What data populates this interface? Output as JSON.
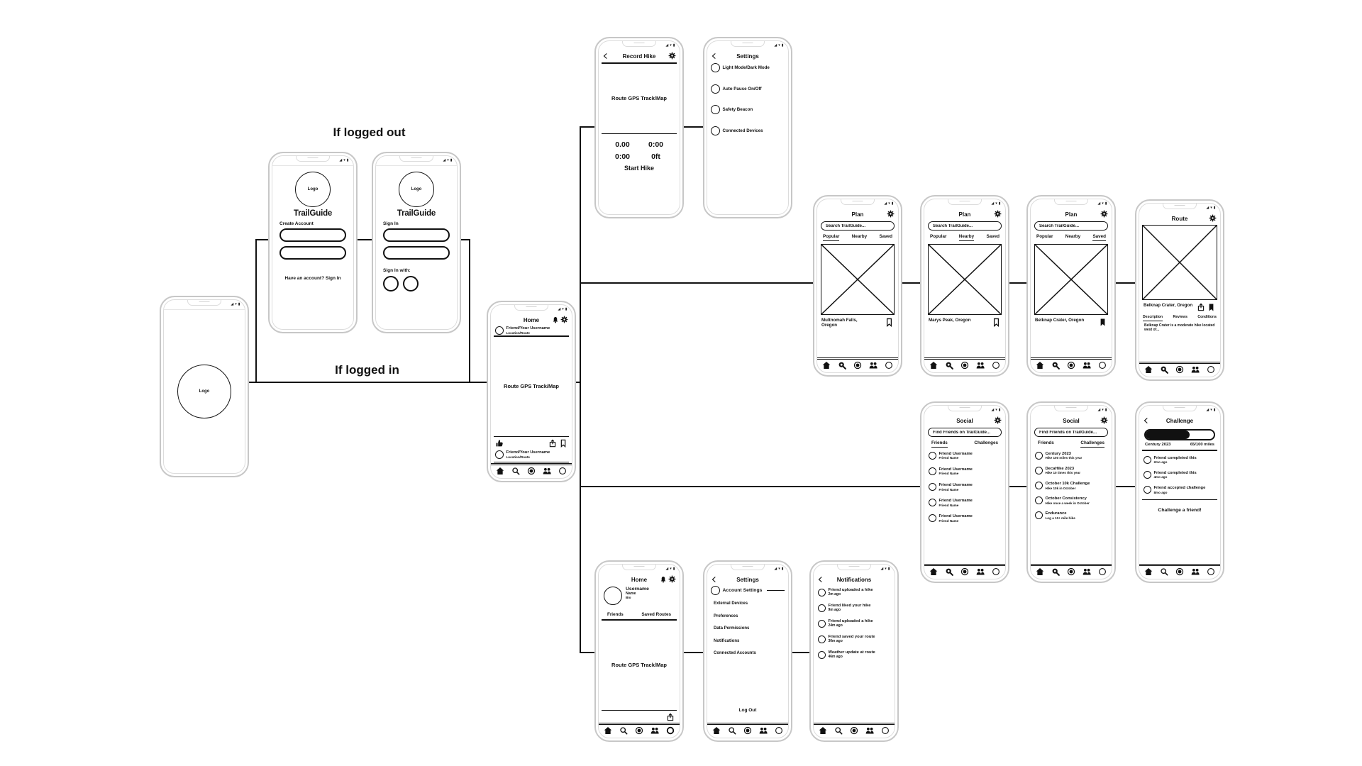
{
  "flow_labels": {
    "logged_out": "If logged out",
    "logged_in": "If logged in"
  },
  "common": {
    "logo": "Logo",
    "app_name": "TrailGuide",
    "map_placeholder": "Route GPS Track/Map",
    "nav_icons": [
      "home",
      "search",
      "record",
      "social",
      "profile"
    ],
    "status_icons": [
      "signal",
      "wifi",
      "battery"
    ]
  },
  "create_account": {
    "section_label": "Create Account",
    "footer_link": "Have an account? Sign In"
  },
  "sign_in": {
    "section_label": "Sign In",
    "sso_label": "Sign In with:"
  },
  "home_feed": {
    "title": "Home",
    "posts": [
      {
        "user": "Friend/Your Username",
        "sub": "Location/Route"
      },
      {
        "user": "Friend/Your Username",
        "sub": "Location/Route"
      }
    ]
  },
  "record_hike": {
    "title": "Record Hike",
    "stats": [
      {
        "value": "0.00"
      },
      {
        "value": "0:00"
      },
      {
        "value": "0:00"
      },
      {
        "value": "0ft"
      }
    ],
    "cta": "Start Hike"
  },
  "hike_settings": {
    "title": "Settings",
    "items": [
      {
        "label": "Light Mode/Dark Mode"
      },
      {
        "label": "Auto Pause On/Off"
      },
      {
        "label": "Safety Beacon"
      },
      {
        "label": "Connected Devices"
      }
    ]
  },
  "plan_popular": {
    "title": "Plan",
    "search_placeholder": "Search TrailGuide...",
    "tabs": [
      {
        "label": "Popular"
      },
      {
        "label": "Nearby"
      },
      {
        "label": "Saved"
      }
    ],
    "active_tab": "Popular",
    "location": "Multnomah Falls, Oregon"
  },
  "plan_nearby": {
    "title": "Plan",
    "search_placeholder": "Search TrailGuide...",
    "tabs": [
      {
        "label": "Popular"
      },
      {
        "label": "Nearby"
      },
      {
        "label": "Saved"
      }
    ],
    "active_tab": "Nearby",
    "location": "Marys Peak, Oregon"
  },
  "plan_saved": {
    "title": "Plan",
    "search_placeholder": "Search TrailGuide...",
    "tabs": [
      {
        "label": "Popular"
      },
      {
        "label": "Nearby"
      },
      {
        "label": "Saved"
      }
    ],
    "active_tab": "Saved",
    "location": "Belknap Crater, Oregon"
  },
  "route_detail": {
    "title": "Route",
    "location": "Belknap Crater, Oregon",
    "tabs": [
      {
        "label": "Description"
      },
      {
        "label": "Reviews"
      },
      {
        "label": "Conditions"
      }
    ],
    "active_tab": "Description",
    "description": "Belknap Crater is a moderate hike located west of..."
  },
  "social_friends": {
    "title": "Social",
    "search_placeholder": "Find Friends on TrailGuide...",
    "tabs": [
      {
        "label": "Friends"
      },
      {
        "label": "Challenges"
      }
    ],
    "active_tab": "Friends",
    "friends": [
      {
        "username": "Friend Username",
        "name": "Friend Name"
      },
      {
        "username": "Friend Username",
        "name": "Friend Name"
      },
      {
        "username": "Friend Username",
        "name": "Friend Name"
      },
      {
        "username": "Friend Username",
        "name": "Friend Name"
      },
      {
        "username": "Friend Username",
        "name": "Friend Name"
      }
    ]
  },
  "social_challenges": {
    "title": "Social",
    "search_placeholder": "Find Friends on TrailGuide...",
    "tabs": [
      {
        "label": "Friends"
      },
      {
        "label": "Challenges"
      }
    ],
    "active_tab": "Challenges",
    "challenges": [
      {
        "title": "Century 2023",
        "sub": "Hike 100 miles this year"
      },
      {
        "title": "DecaHike 2023",
        "sub": "Hike 10 times this year"
      },
      {
        "title": "October 10k Challenge",
        "sub": "Hike 10k in October"
      },
      {
        "title": "October Consistency",
        "sub": "Hike once a week in October"
      },
      {
        "title": "Endurance",
        "sub": "Log a 10+ mile hike"
      }
    ]
  },
  "challenge_detail": {
    "title": "Challenge",
    "challenge_name": "Century 2023",
    "progress_label": "65/100 miles",
    "progress_pct": 65,
    "activity": [
      {
        "title": "Friend completed this",
        "time": "2mo ago"
      },
      {
        "title": "Friend completed this",
        "time": "4mo ago"
      },
      {
        "title": "Friend accepted challenge",
        "time": "8mo ago"
      }
    ],
    "cta": "Challenge a friend!"
  },
  "profile_home": {
    "title": "Home",
    "username": "Username",
    "name": "Name",
    "bio": "Bio",
    "tabs": [
      {
        "label": "Friends"
      },
      {
        "label": "Saved Routes"
      }
    ]
  },
  "account_settings": {
    "title": "Settings",
    "account_item": "Account Settings",
    "items": [
      {
        "label": "External Devices"
      },
      {
        "label": "Preferences"
      },
      {
        "label": "Data Permissions"
      },
      {
        "label": "Notifications"
      },
      {
        "label": "Connected Accounts"
      }
    ],
    "logout": "Log Out"
  },
  "notifications": {
    "title": "Notifications",
    "items": [
      {
        "title": "Friend uploaded a hike",
        "time": "2m ago"
      },
      {
        "title": "Friend liked your hike",
        "time": "9m ago"
      },
      {
        "title": "Friend uploaded a hike",
        "time": "24m ago"
      },
      {
        "title": "Friend saved your route",
        "time": "30m ago"
      },
      {
        "title": "Weather update at route",
        "time": "46m ago"
      }
    ]
  }
}
